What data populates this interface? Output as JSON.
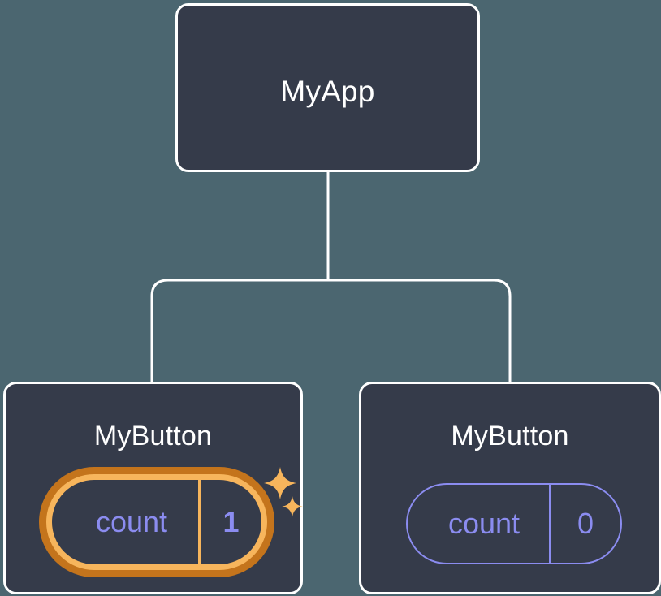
{
  "diagram": {
    "type": "component-tree",
    "background_color": "#4b6670",
    "node_fill": "#353b4a",
    "node_border": "#ffffff",
    "accent_highlight_outer": "#c4741c",
    "accent_highlight_inner": "#f7b55c",
    "state_text_color": "#8b8cf0",
    "title_text_color": "#ffffff"
  },
  "root": {
    "title": "MyApp"
  },
  "children": [
    {
      "title": "MyButton",
      "highlighted": true,
      "state": {
        "key": "count",
        "value": "1"
      },
      "sparkle_icons": 2
    },
    {
      "title": "MyButton",
      "highlighted": false,
      "state": {
        "key": "count",
        "value": "0"
      },
      "sparkle_icons": 0
    }
  ]
}
